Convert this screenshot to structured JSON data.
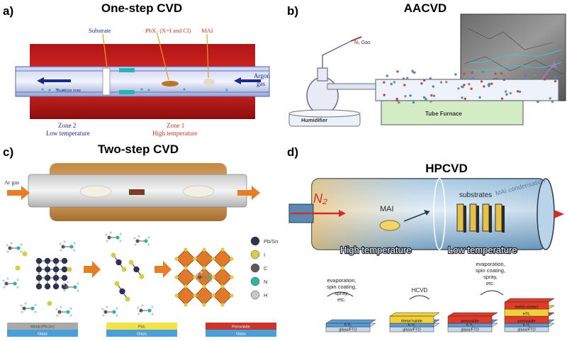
{
  "panels": {
    "a": {
      "letter": "a)",
      "title": "One-step CVD",
      "labels": {
        "substrate": "Substrate",
        "pbx2": "PbX₂ (X=I and Cl)",
        "mai": "MAI",
        "argon": "Argon",
        "gas": "gas",
        "reaction_zone": "Reaction zone",
        "zone2": "Zone 2",
        "zone2_temp": "Low temperature",
        "zone1": "Zone 1",
        "zone1_temp": "High temperature"
      }
    },
    "b": {
      "letter": "b)",
      "title": "AACVD",
      "labels": {
        "n2_gas": "N₂ Gas",
        "humidifier": "Humidifier",
        "tube_furnace": "Tube Furnace"
      }
    },
    "c": {
      "letter": "c)",
      "title": "Two-step CVD",
      "labels": {
        "ar_gas": "Ar gas"
      },
      "legend": [
        {
          "label": "Pb/Sn",
          "color": "#2e3352"
        },
        {
          "label": "I",
          "color": "#d6cc45"
        },
        {
          "label": "C",
          "color": "#5a5a5a"
        },
        {
          "label": "N",
          "color": "#2fb3a2"
        },
        {
          "label": "H",
          "color": "#c8c8c8"
        }
      ],
      "stacks": [
        {
          "top": "Metal (Pb,Sn)",
          "bottom": "Glass",
          "top_color": "#a9a9a9"
        },
        {
          "top": "PbI₂",
          "bottom": "Glass",
          "top_color": "#f2e14a"
        },
        {
          "top": "Perovskite",
          "bottom": "Glass",
          "top_color": "#c8362b"
        }
      ]
    },
    "d": {
      "letter": "d)",
      "title": "HPCVD",
      "labels": {
        "n2": "N₂",
        "mai": "MAI",
        "substrates": "substrates",
        "mai_condensation": "MAI condensation",
        "high_temperature": "High temperature",
        "low_temperature": "Low temperature",
        "step1": "evaporation, spin coating, spray, etc.",
        "step2": "HCVD",
        "step3": "evaporation, spin coating, spray, etc."
      },
      "device_layers": {
        "etl": "ETL",
        "glass": "glass/FTO",
        "metal_halide": "Metal halide",
        "perovskite": "perovskite",
        "htl": "HTL",
        "metal_contact": "metal contact"
      }
    }
  }
}
